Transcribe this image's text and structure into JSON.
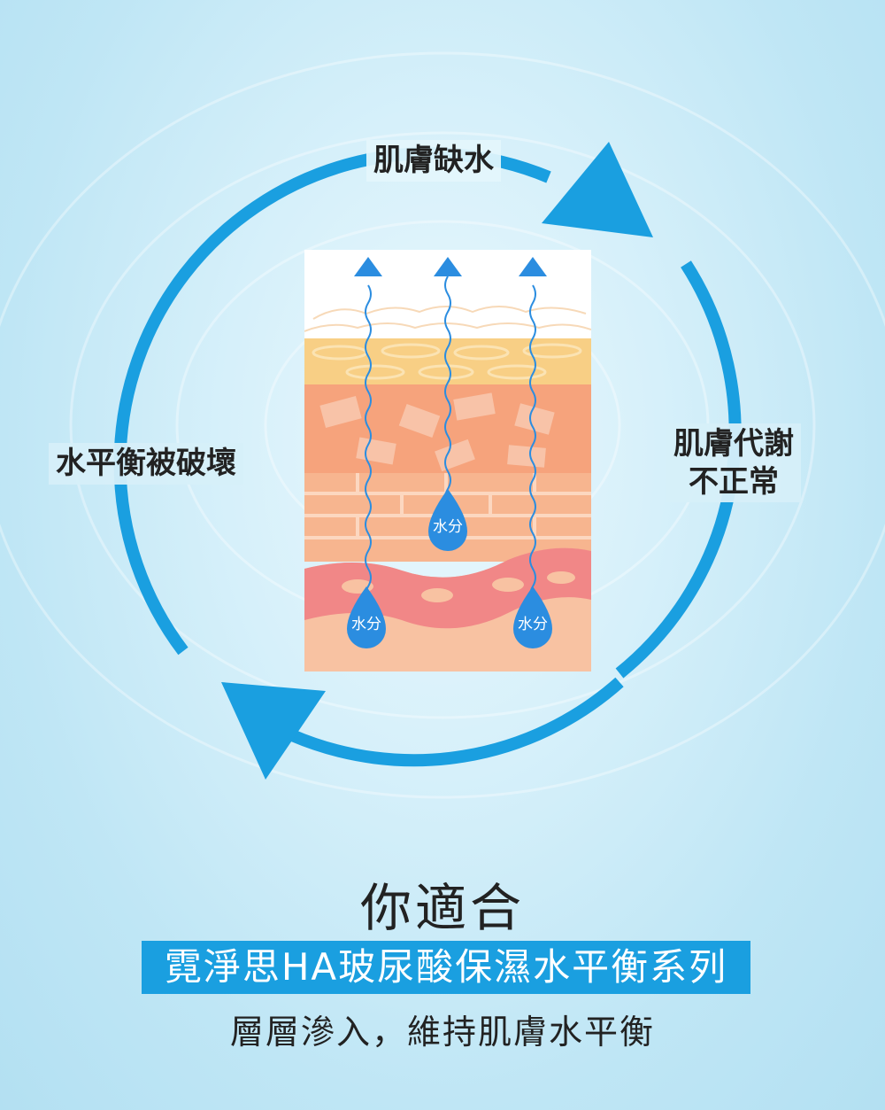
{
  "cycle": {
    "top": "肌膚缺水",
    "right_line1": "肌膚代謝",
    "right_line2": "不正常",
    "left": "水平衡被破壞"
  },
  "diagram": {
    "drop_label": "水分"
  },
  "footer": {
    "heading": "你適合",
    "product": "霓淨思HA玻尿酸保濕水平衡系列",
    "tagline": "層層滲入，維持肌膚水平衡"
  },
  "colors": {
    "cycle_blue": "#1a9fe0",
    "banner_blue": "#1a9fe0",
    "drop_blue": "#2b8de0"
  }
}
